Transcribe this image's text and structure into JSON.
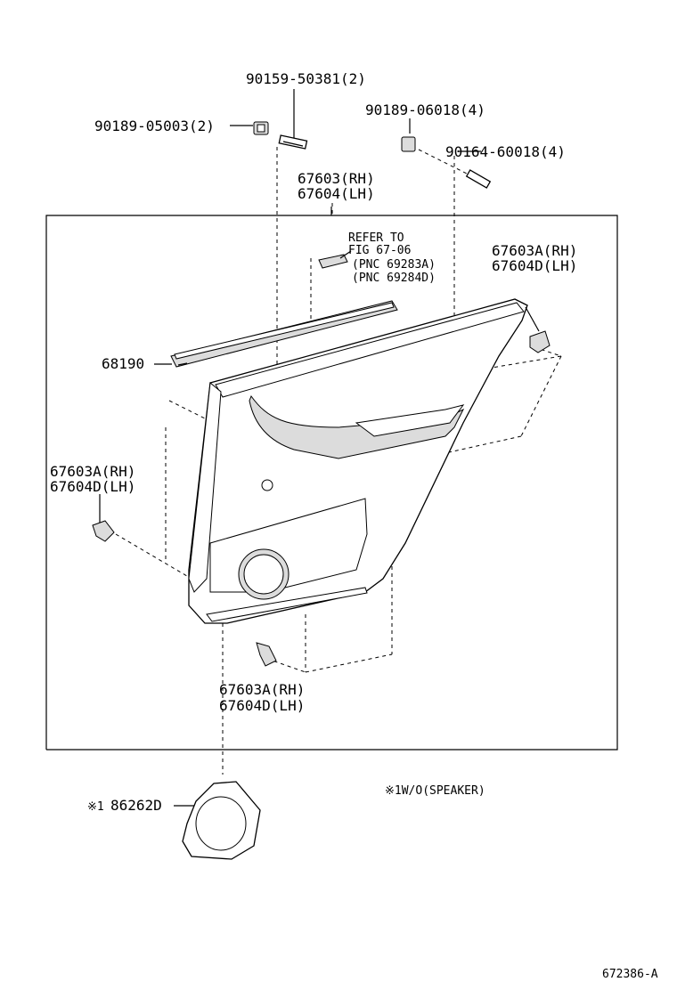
{
  "labels": {
    "bolt_top": "90159-50381(2)",
    "nut_left": "90189-05003(2)",
    "nut_right": "90189-06018(4)",
    "screw_right": "90164-60018(4)",
    "board_rh": "67603(RH)",
    "board_lh": "67604(LH)",
    "refer_to": "REFER TO",
    "fig": "FIG 67-06",
    "pnc1": "(PNC 69283A)",
    "pnc2": "(PNC 69284D)",
    "clip_tr_rh": "67603A(RH)",
    "clip_tr_lh": "67604D(LH)",
    "weatherstrip": "68190",
    "clip_l_rh": "67603A(RH)",
    "clip_l_lh": "67604D(LH)",
    "clip_b_rh": "67603A(RH)",
    "clip_b_lh": "67604D(LH)",
    "note_mark": "※1",
    "spacer": "86262D",
    "note": "※1W/O(SPEAKER)",
    "fig_id": "672386-A"
  }
}
